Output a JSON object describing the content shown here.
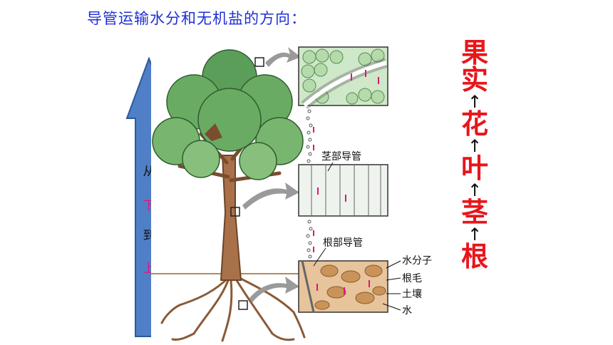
{
  "title": "导管运输水分和无机盐的方向：",
  "direction": {
    "chars": [
      "从",
      "下",
      "到",
      "上"
    ],
    "colors": [
      "#111111",
      "#e0157a",
      "#111111",
      "#e0157a"
    ],
    "arrow_color": "#4f7fc6"
  },
  "figure_labels": {
    "stem_vessel": "茎部导管",
    "root_vessel": "根部导管",
    "water_molecule": "水分子",
    "root_hair": "根毛",
    "soil": "土壤",
    "water": "水"
  },
  "pathway": {
    "organs": [
      "果实",
      "花",
      "叶",
      "茎",
      "根"
    ],
    "arrow": "↑",
    "color": "#e8151b"
  }
}
